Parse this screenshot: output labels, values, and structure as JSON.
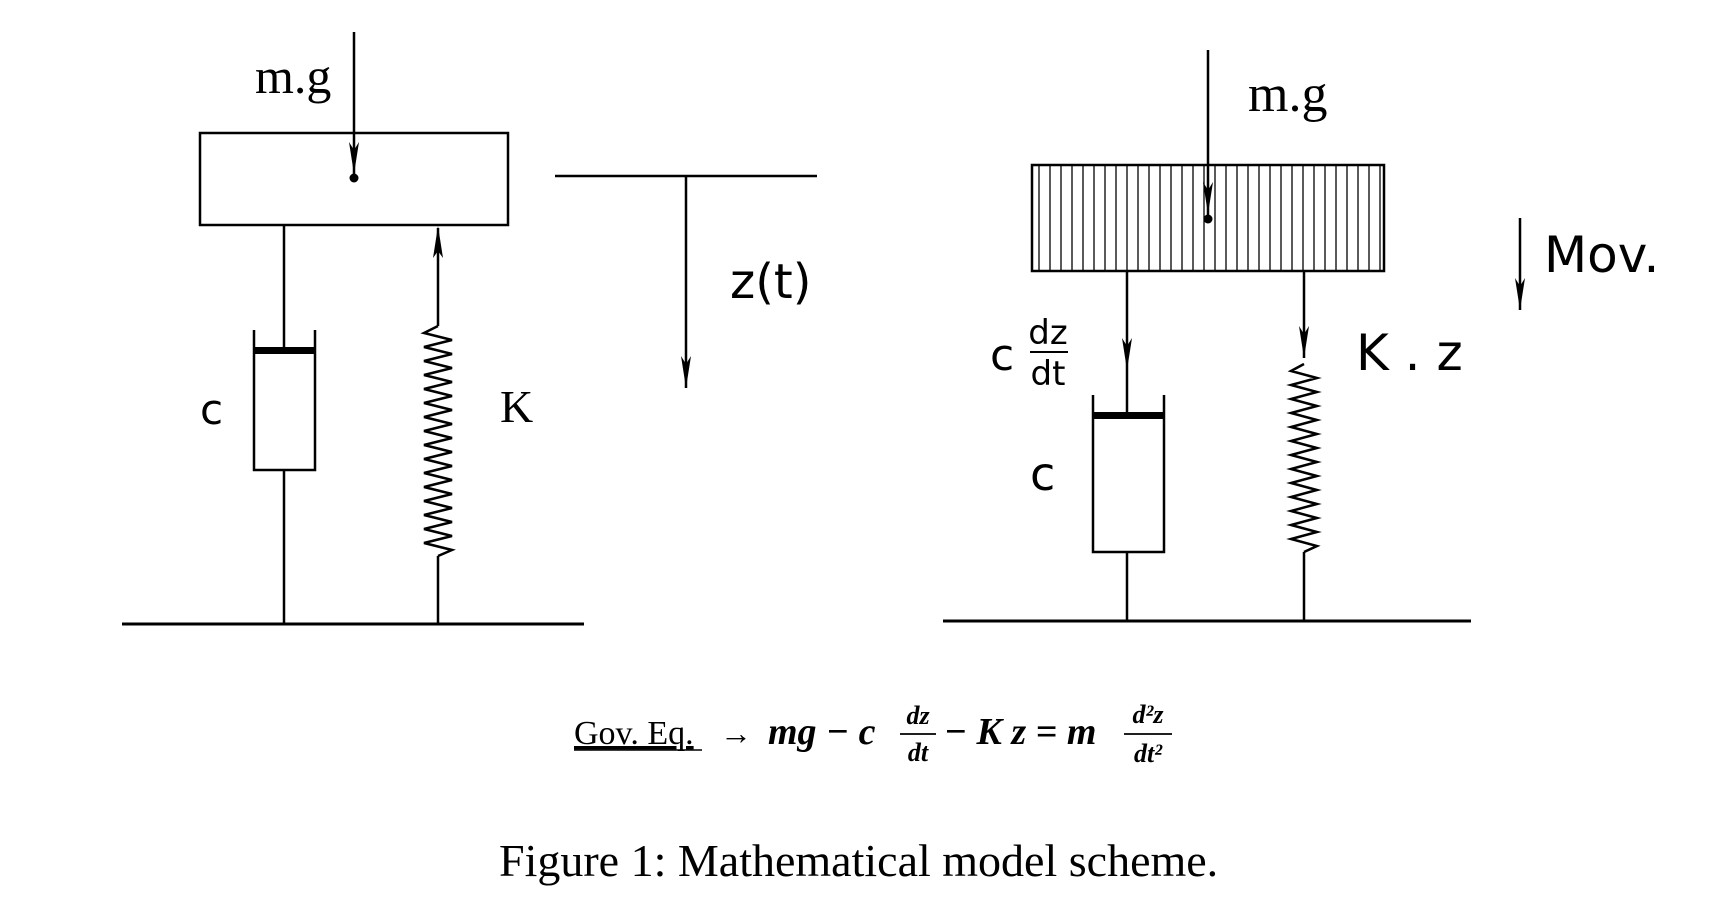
{
  "left_scheme": {
    "weight_label": "m.g",
    "damper_label": "c",
    "spring_label": "K",
    "displacement_label": "z(t)"
  },
  "right_scheme": {
    "weight_label": "m.g",
    "damper_force_coef": "c",
    "damper_force_num": "dz",
    "damper_force_den": "dt",
    "damper_label": "c",
    "spring_force_label": "K . z",
    "motion_label": "Mov."
  },
  "equation": {
    "prefix": "Gov. Eq.",
    "arrow": "→",
    "lhs_start": "mg − c",
    "frac1_num": "dz",
    "frac1_den": "dt",
    "middle": "− K z = m",
    "frac2_num": "d²z",
    "frac2_den": "dt²"
  },
  "caption": "Figure 1: Mathematical model scheme."
}
